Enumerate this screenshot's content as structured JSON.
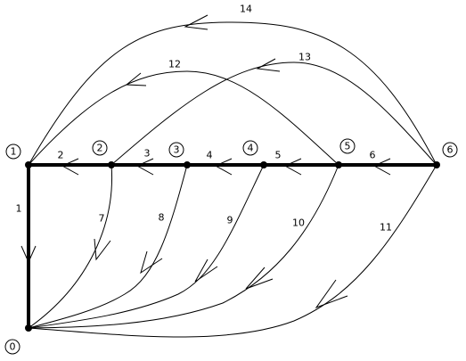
{
  "nodes": [
    {
      "id": "n0",
      "label": "0"
    },
    {
      "id": "n1",
      "label": "1"
    },
    {
      "id": "n2",
      "label": "2"
    },
    {
      "id": "n3",
      "label": "3"
    },
    {
      "id": "n4",
      "label": "4"
    },
    {
      "id": "n5",
      "label": "5"
    },
    {
      "id": "n6",
      "label": "6"
    }
  ],
  "edges": [
    {
      "label": "1",
      "from": "1",
      "to": "0"
    },
    {
      "label": "2",
      "from": "2",
      "to": "1"
    },
    {
      "label": "3",
      "from": "3",
      "to": "2"
    },
    {
      "label": "4",
      "from": "4",
      "to": "3"
    },
    {
      "label": "5",
      "from": "5",
      "to": "4"
    },
    {
      "label": "6",
      "from": "6",
      "to": "5"
    },
    {
      "label": "7",
      "from": "2",
      "to": "0"
    },
    {
      "label": "8",
      "from": "3",
      "to": "0"
    },
    {
      "label": "9",
      "from": "4",
      "to": "0"
    },
    {
      "label": "10",
      "from": "5",
      "to": "0"
    },
    {
      "label": "11",
      "from": "6",
      "to": "0"
    },
    {
      "label": "12",
      "from": "5",
      "to": "1"
    },
    {
      "label": "13",
      "from": "6",
      "to": "2"
    },
    {
      "label": "14",
      "from": "6",
      "to": "1"
    }
  ]
}
